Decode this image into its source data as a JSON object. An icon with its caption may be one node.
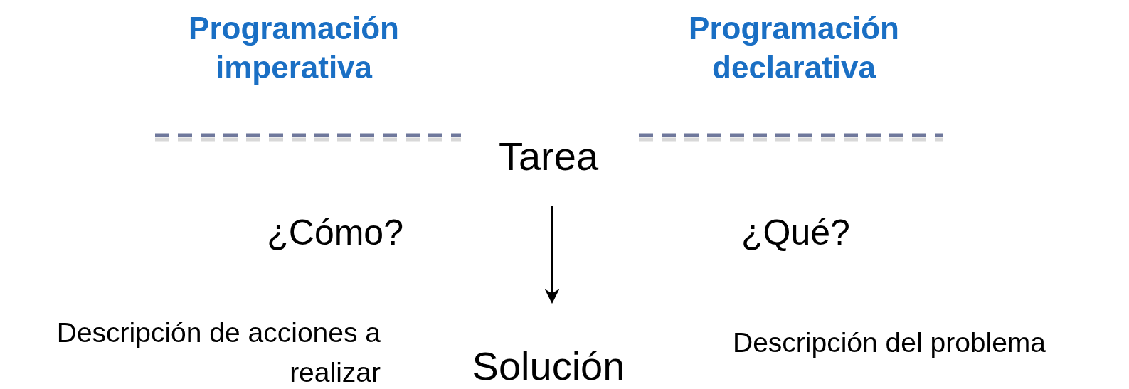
{
  "diagram": {
    "nodes": [
      {
        "text": [
          "Tarea"
        ]
      },
      {
        "text": [
          "Solución"
        ]
      }
    ],
    "edges": [
      {
        "from": 0,
        "to": 1,
        "arrow": "to"
      }
    ],
    "labels": [
      "Programación imperativa",
      "Programación declarativa",
      "¿Cómo?",
      "¿Qué?",
      "Descripción de acciones a realizar",
      "Descripción del problema"
    ]
  }
}
